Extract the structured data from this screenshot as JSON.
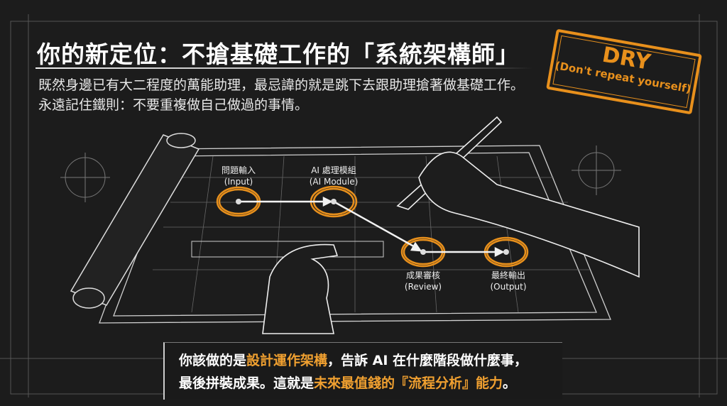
{
  "title": "你的新定位：不搶基礎工作的「系統架構師」",
  "subtitle": {
    "line1": "既然身邊已有大二程度的萬能助理，最忌諱的就是跳下去跟助理搶著做基礎工作。",
    "line2": "永遠記住鐵則：不要重複做自己做過的事情。"
  },
  "stamp": {
    "main": "DRY",
    "sub": "(Don't repeat yourself)"
  },
  "flow": [
    {
      "zh": "問題輸入",
      "en": "(Input)"
    },
    {
      "zh": "AI 處理模組",
      "en": "(AI Module)"
    },
    {
      "zh": "成果審核",
      "en": "(Review)"
    },
    {
      "zh": "最終輸出",
      "en": "(Output)"
    }
  ],
  "bottom": {
    "l1_a": "你該做的是",
    "l1_hl": "設計運作架構",
    "l1_b": "，告訴 AI 在什麼階段做什麼事，",
    "l2_a": "最後拼裝成果。這就是",
    "l2_hl": "未來最值錢的『流程分析』能力",
    "l2_b": "。"
  },
  "colors": {
    "accent": "#e8901c",
    "background": "#1c1c1c",
    "chalk": "#eeeeee"
  }
}
